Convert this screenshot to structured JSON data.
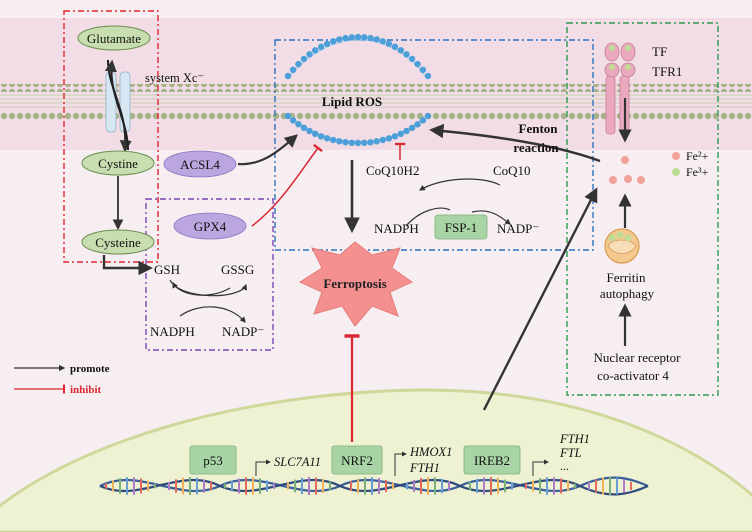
{
  "labels": {
    "glutamate": "Glutamate",
    "system_xc": "system Xc⁻",
    "cystine": "Cystine",
    "cysteine": "Cysteine",
    "acsl4": "ACSL4",
    "gpx4": "GPX4",
    "gsh": "GSH",
    "gssg": "GSSG",
    "nadph_left": "NADPH",
    "nadp_left": "NADP⁻",
    "lipid_ros": "Lipid ROS",
    "ferroptosis": "Ferroptosis",
    "coq10h2": "CoQ10H2",
    "coq10": "CoQ10",
    "nadph_right": "NADPH",
    "fsp1": "FSP-1",
    "nadp_right": "NADP⁻",
    "fenton_1": "Fenton",
    "fenton_2": "reaction",
    "tf": "TF",
    "tfr1": "TFR1",
    "fe2": "Fe²+",
    "fe3": "Fe³+",
    "ferritin_1": "Ferritin",
    "ferritin_2": "autophagy",
    "ncoa4_1": "Nuclear receptor",
    "ncoa4_2": "co-activator 4",
    "p53": "p53",
    "slc7a11": "SLC7A11",
    "nrf2": "NRF2",
    "hmox1": "HMOX1",
    "fth1_a": "FTH1",
    "ireb2": "IREB2",
    "fth1_b": "FTH1",
    "ftl": "FTL",
    "ellipsis": "..."
  },
  "legend": {
    "promote": "promote",
    "inhibit": "inhibit"
  },
  "colors": {
    "background_band": "#f2dde6",
    "membrane_bead": "#a6b38a",
    "nucleus_fill": "#eef2d3",
    "nucleus_edge": "#cfd89a",
    "green_node": "#c9deb0",
    "purple_node": "#bba6e0",
    "green_box": "#a9d4a6",
    "ferroptosis_star": "#f4908f",
    "inhibit_red": "#d9262f",
    "box_red": "#e0262d",
    "box_blue": "#2a73c2",
    "box_purple": "#7a45b8",
    "box_green": "#2c9a52",
    "ros_bead": "#4c9fd8",
    "iron_fe2": "#f2a399",
    "iron_fe3": "#bfdc93"
  }
}
